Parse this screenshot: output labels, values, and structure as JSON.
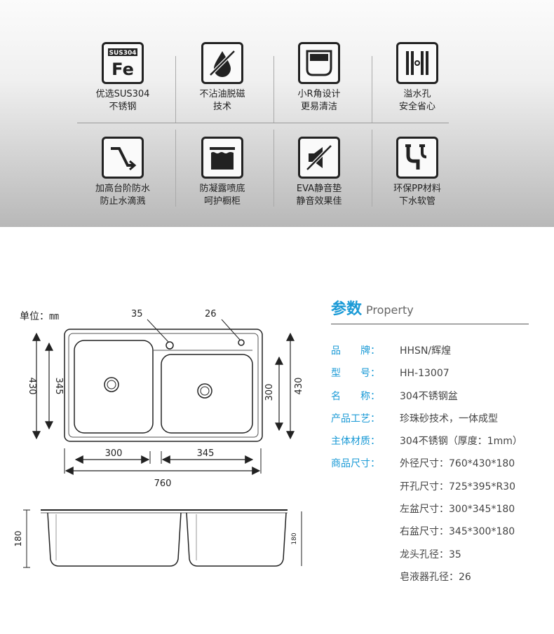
{
  "features": [
    {
      "icon": "sus304-fe-icon",
      "badge": "SUS304",
      "symbol": "Fe",
      "line1": "优选SUS304",
      "line2": "不锈钢"
    },
    {
      "icon": "no-oil-drop-icon",
      "line1": "不沾油脱磁",
      "line2": "技术"
    },
    {
      "icon": "small-r-corner-icon",
      "line1": "小R角设计",
      "line2": "更易清洁"
    },
    {
      "icon": "overflow-hole-icon",
      "line1": "溢水孔",
      "line2": "安全省心"
    },
    {
      "icon": "step-arrow-icon",
      "line1": "加高台阶防水",
      "line2": "防止水滴溅"
    },
    {
      "icon": "condensation-coating-icon",
      "line1": "防凝露喷底",
      "line2": "呵护橱柜"
    },
    {
      "icon": "mute-speaker-icon",
      "line1": "EVA静音垫",
      "line2": "静音效果佳"
    },
    {
      "icon": "drain-pipe-icon",
      "line1": "环保PP材料",
      "line2": "下水软管"
    }
  ],
  "diagram": {
    "unit_label": "单位：㎜",
    "hole_left": "35",
    "hole_right": "26",
    "outer_depth": "430",
    "left_bowl_depth": "345",
    "right_bowl_depth": "300",
    "outer_depth_right": "430",
    "left_width": "300",
    "right_width": "345",
    "total_width": "760",
    "bowl_height": "180",
    "bowl_height_right": "180"
  },
  "params": {
    "title_cn": "参数",
    "title_en": "Property",
    "rows": [
      {
        "k": "品　　牌：",
        "v": "HHSN/辉煌"
      },
      {
        "k": "型　　号：",
        "v": "HH-13007"
      },
      {
        "k": "名　　称：",
        "v": "304不锈钢盆"
      },
      {
        "k": "产品工艺：",
        "v": "珍珠砂技术，一体成型"
      },
      {
        "k": "主体材质：",
        "v": "304不锈钢（厚度：1mm）"
      },
      {
        "k": "商品尺寸：",
        "v": "外径尺寸：760*430*180"
      },
      {
        "k": "",
        "v": "开孔尺寸：725*395*R30"
      },
      {
        "k": "",
        "v": "左盆尺寸：300*345*180"
      },
      {
        "k": "",
        "v": "右盆尺寸：345*300*180"
      },
      {
        "k": "",
        "v": "龙头孔径：35"
      },
      {
        "k": "",
        "v": "皂液器孔径：26"
      }
    ]
  },
  "colors": {
    "accent": "#1a9ad6",
    "icon_border": "#222222"
  }
}
